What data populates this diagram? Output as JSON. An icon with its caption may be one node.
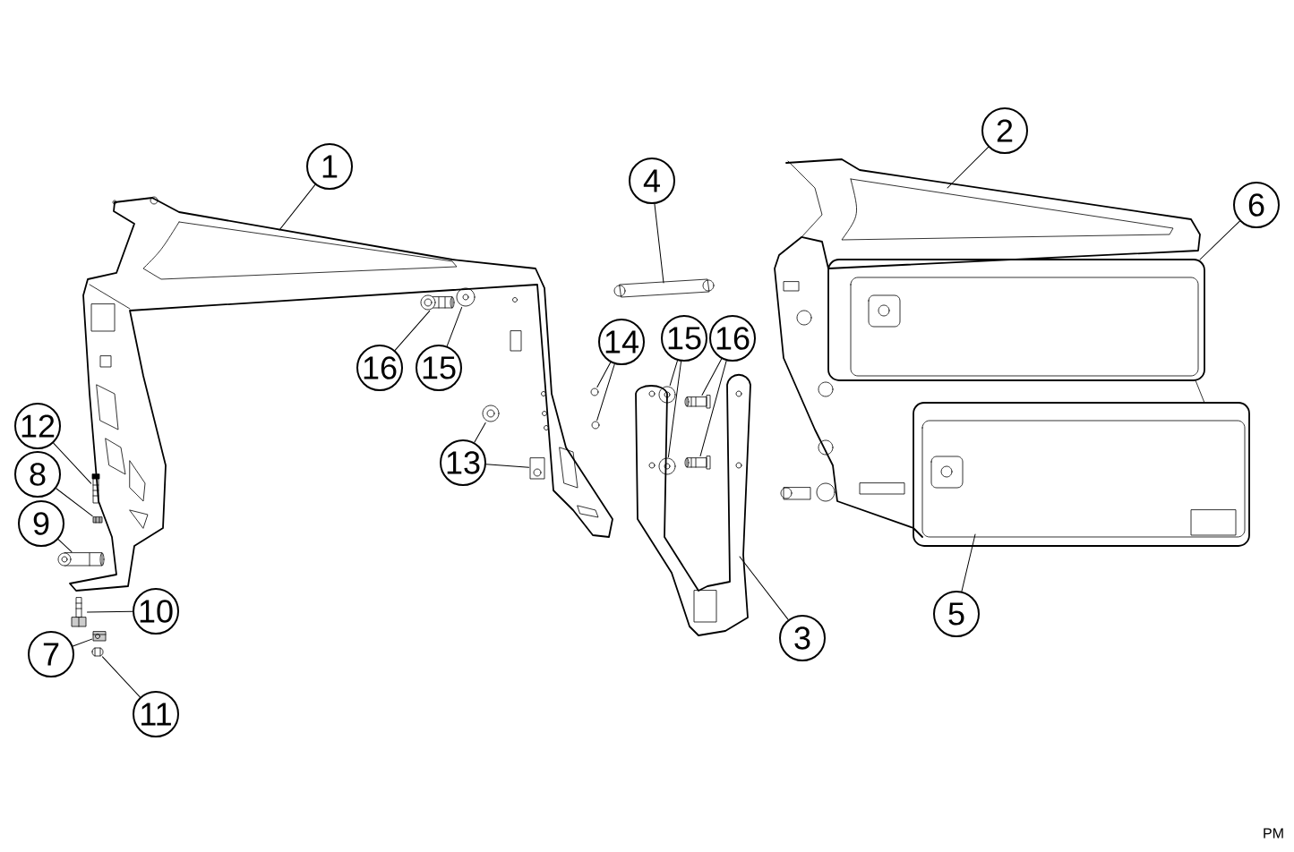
{
  "diagram": {
    "nodes": [
      {
        "text": [
          "2"
        ]
      },
      {
        "text": [
          "1"
        ]
      },
      {
        "text": [
          "4"
        ]
      },
      {
        "text": [
          "6"
        ]
      },
      {
        "text": [
          "15"
        ]
      },
      {
        "text": [
          "16"
        ]
      },
      {
        "text": [
          "14"
        ]
      },
      {
        "text": [
          "16"
        ]
      },
      {
        "text": [
          "15"
        ]
      },
      {
        "text": [
          "12"
        ]
      },
      {
        "text": [
          "13"
        ]
      },
      {
        "text": [
          "8"
        ]
      },
      {
        "text": [
          "9"
        ]
      },
      {
        "text": [
          "10"
        ]
      },
      {
        "text": [
          "5"
        ]
      },
      {
        "text": [
          "3"
        ]
      },
      {
        "text": [
          "7"
        ]
      },
      {
        "text": [
          "11"
        ]
      },
      {
        "text": [],
        "shape": "picture"
      },
      {
        "text": [],
        "shape": "picture"
      },
      {
        "text": [],
        "shape": "picture"
      },
      {
        "text": [],
        "shape": "picture"
      },
      {
        "text": [],
        "shape": "picture"
      },
      {
        "text": [],
        "shape": "picture"
      },
      {
        "text": [],
        "shape": "picture"
      },
      {
        "text": [],
        "shape": "picture"
      },
      {
        "text": [],
        "shape": "picture"
      },
      {
        "text": [],
        "shape": "picture"
      },
      {
        "text": [],
        "shape": "picture"
      },
      {
        "text": [],
        "shape": "picture"
      },
      {
        "text": [],
        "shape": "picture"
      },
      {
        "text": [],
        "shape": "picture"
      },
      {
        "text": [],
        "shape": "picture"
      },
      {
        "text": [],
        "shape": "picture"
      }
    ],
    "edges": [
      {
        "from": 0,
        "to": null,
        "arrow": "none"
      },
      {
        "from": 1,
        "to": null,
        "arrow": "none"
      },
      {
        "from": 2,
        "to": null,
        "arrow": "none"
      },
      {
        "from": 3,
        "to": null,
        "arrow": "none"
      },
      {
        "from": 4,
        "to": 18,
        "arrow": "none"
      },
      {
        "from": 4,
        "to": 19,
        "arrow": "none"
      },
      {
        "from": 5,
        "to": 20,
        "arrow": "none"
      },
      {
        "from": 5,
        "to": 21,
        "arrow": "none"
      },
      {
        "from": 6,
        "to": 22,
        "arrow": "none"
      },
      {
        "from": 6,
        "to": 23,
        "arrow": "none"
      },
      {
        "from": 7,
        "to": 24,
        "arrow": "none"
      },
      {
        "from": 8,
        "to": 25,
        "arrow": "none"
      },
      {
        "from": 9,
        "to": 26,
        "arrow": "none"
      },
      {
        "from": 10,
        "to": 27,
        "arrow": "none"
      },
      {
        "from": 10,
        "to": 28,
        "arrow": "none"
      },
      {
        "from": 11,
        "to": 29,
        "arrow": "none"
      },
      {
        "from": 12,
        "to": 30,
        "arrow": "none"
      },
      {
        "from": 13,
        "to": 31,
        "arrow": "none"
      },
      {
        "from": 14,
        "to": null,
        "arrow": "none"
      },
      {
        "from": 15,
        "to": null,
        "arrow": "none"
      },
      {
        "from": 16,
        "to": 32,
        "arrow": "none"
      },
      {
        "from": 17,
        "to": 33,
        "arrow": "none"
      }
    ],
    "labels": [
      "PM"
    ]
  }
}
